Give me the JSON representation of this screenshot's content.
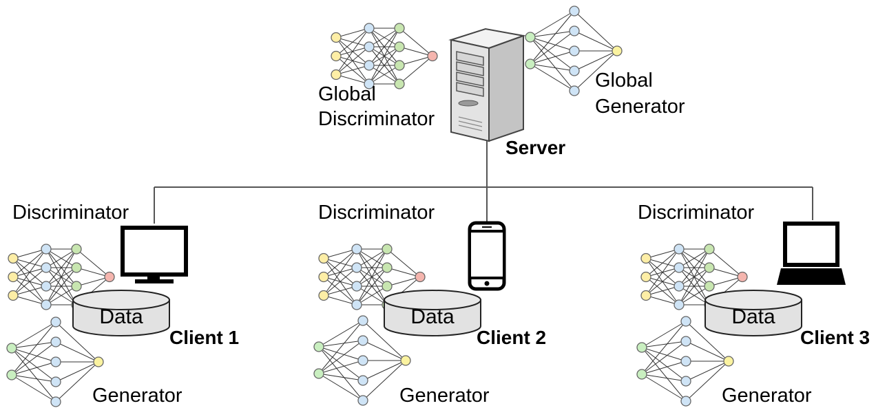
{
  "colors": {
    "input": "#fdeea6",
    "hidden1": "#cfe4f6",
    "hidden2": "#c8e6b0",
    "output": "#f5b5ae",
    "gen_input": "#c9efc0",
    "gen_hidden": "#cfe4f6",
    "gen_output": "#fbf3a0",
    "node_stroke": "#666666",
    "edge": "#333333"
  },
  "server": {
    "label": "Server",
    "icon": "server-tower-icon",
    "global_discriminator_label_line1": "Global",
    "global_discriminator_label_line2": "Discriminator",
    "global_generator_label_line1": "Global",
    "global_generator_label_line2": "Generator"
  },
  "clients": [
    {
      "label": "Client 1",
      "device": "desktop-monitor-icon",
      "discriminator_label": "Discriminator",
      "data_label": "Data",
      "generator_label": "Generator"
    },
    {
      "label": "Client 2",
      "device": "smartphone-icon",
      "discriminator_label": "Discriminator",
      "data_label": "Data",
      "generator_label": "Generator"
    },
    {
      "label": "Client 3",
      "device": "laptop-icon",
      "discriminator_label": "Discriminator",
      "data_label": "Data",
      "generator_label": "Generator"
    }
  ]
}
